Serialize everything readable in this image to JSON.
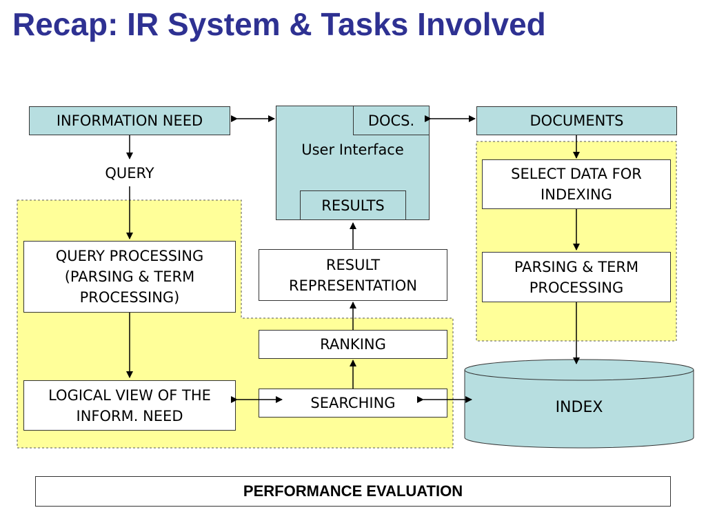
{
  "slide": {
    "title": "Recap: IR System & Tasks Involved"
  },
  "nodes": {
    "information_need": "INFORMATION NEED",
    "query": "QUERY",
    "query_processing": "QUERY PROCESSING (PARSING & TERM PROCESSING)",
    "logical_view": "LOGICAL VIEW OF THE INFORM. NEED",
    "user_interface": "User Interface",
    "docs": "DOCS.",
    "results": "RESULTS",
    "result_representation": "RESULT REPRESENTATION",
    "ranking": "RANKING",
    "searching": "SEARCHING",
    "documents": "DOCUMENTS",
    "select_data": "SELECT DATA FOR INDEXING",
    "parsing_term": "PARSING & TERM PROCESSING",
    "index": "INDEX",
    "performance_evaluation": "PERFORMANCE EVALUATION"
  },
  "colors": {
    "title": "#2e3192",
    "zone_fill": "#ffff99",
    "teal_fill": "#b7dee0"
  }
}
